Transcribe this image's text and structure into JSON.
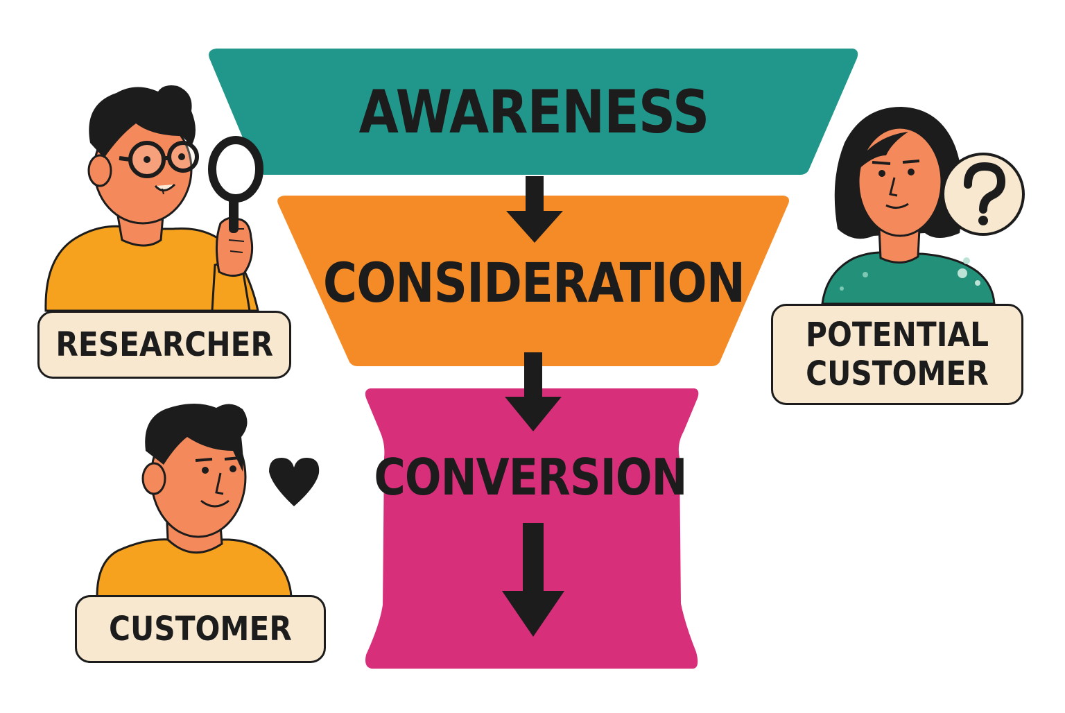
{
  "funnel": {
    "stages": [
      {
        "label": "AWARENESS",
        "color": "#21968a"
      },
      {
        "label": "CONSIDERATION",
        "color": "#f58b26"
      },
      {
        "label": "CONVERSION",
        "color": "#d82f7b"
      }
    ],
    "arrow_color": "#1c1c1c"
  },
  "personas": {
    "researcher": {
      "label": "RESEARCHER",
      "shirt_color": "#f6a21e",
      "skin_color": "#f48a5c",
      "icon": "magnifying-glass-icon"
    },
    "potential_customer": {
      "label": "POTENTIAL\nCUSTOMER",
      "shirt_color": "#23917a",
      "skin_color": "#f48a5c",
      "icon": "question-mark-icon"
    },
    "customer": {
      "label": "CUSTOMER",
      "shirt_color": "#f6a21e",
      "skin_color": "#f48a5c",
      "icon": "heart-icon"
    }
  },
  "label_background": "#f8e8cf"
}
